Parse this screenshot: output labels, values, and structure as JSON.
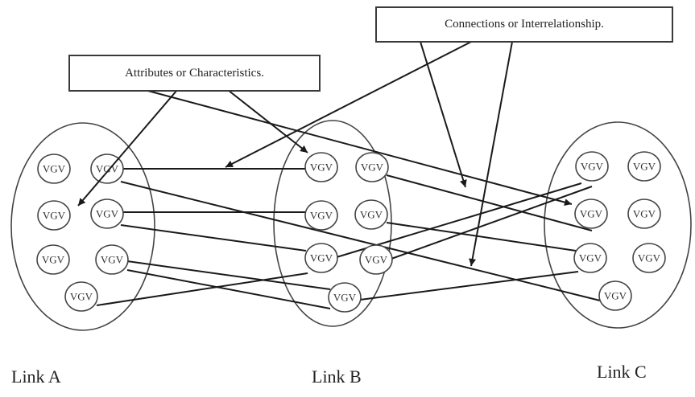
{
  "diagram": {
    "annotations": {
      "attributes": "Attributes or Characteristics.",
      "connections": "Connections or Interrelationship."
    },
    "node_label": "VGV",
    "groups": [
      {
        "id": "A",
        "label": "Link A",
        "nodes": [
          "A1",
          "A2",
          "A3",
          "A4",
          "A5",
          "A6",
          "A7"
        ]
      },
      {
        "id": "B",
        "label": "Link B",
        "nodes": [
          "B1",
          "B2",
          "B3",
          "B4",
          "B5",
          "B6",
          "B7"
        ]
      },
      {
        "id": "C",
        "label": "Link C",
        "nodes": [
          "C1",
          "C2",
          "C3",
          "C4",
          "C5",
          "C6",
          "C7"
        ]
      }
    ],
    "edges": [
      {
        "from": "A2",
        "to": "B1"
      },
      {
        "from": "A2",
        "to": "C7"
      },
      {
        "from": "A4",
        "to": "B3"
      },
      {
        "from": "A4",
        "to": "B5"
      },
      {
        "from": "A6",
        "to": "B7"
      },
      {
        "from": "A6",
        "to": "B7"
      },
      {
        "from": "A7",
        "to": "B5"
      },
      {
        "from": "B2",
        "to": "C3"
      },
      {
        "from": "B4",
        "to": "C5"
      },
      {
        "from": "B5",
        "to": "C1"
      },
      {
        "from": "B6",
        "to": "C1"
      },
      {
        "from": "B7",
        "to": "C5"
      }
    ],
    "annotation_pointers": [
      {
        "from": "attributes",
        "to": "A3"
      },
      {
        "from": "attributes",
        "to": "B1"
      },
      {
        "from": "attributes",
        "to": "C3"
      },
      {
        "from": "connections",
        "to": "edge A2-B1"
      },
      {
        "from": "connections",
        "to": "edge B2-C3"
      },
      {
        "from": "connections",
        "to": "edge B7-C5"
      }
    ],
    "colors": {
      "line": "#1a1a1a",
      "ellipse": "#444444",
      "text": "#222222"
    }
  }
}
